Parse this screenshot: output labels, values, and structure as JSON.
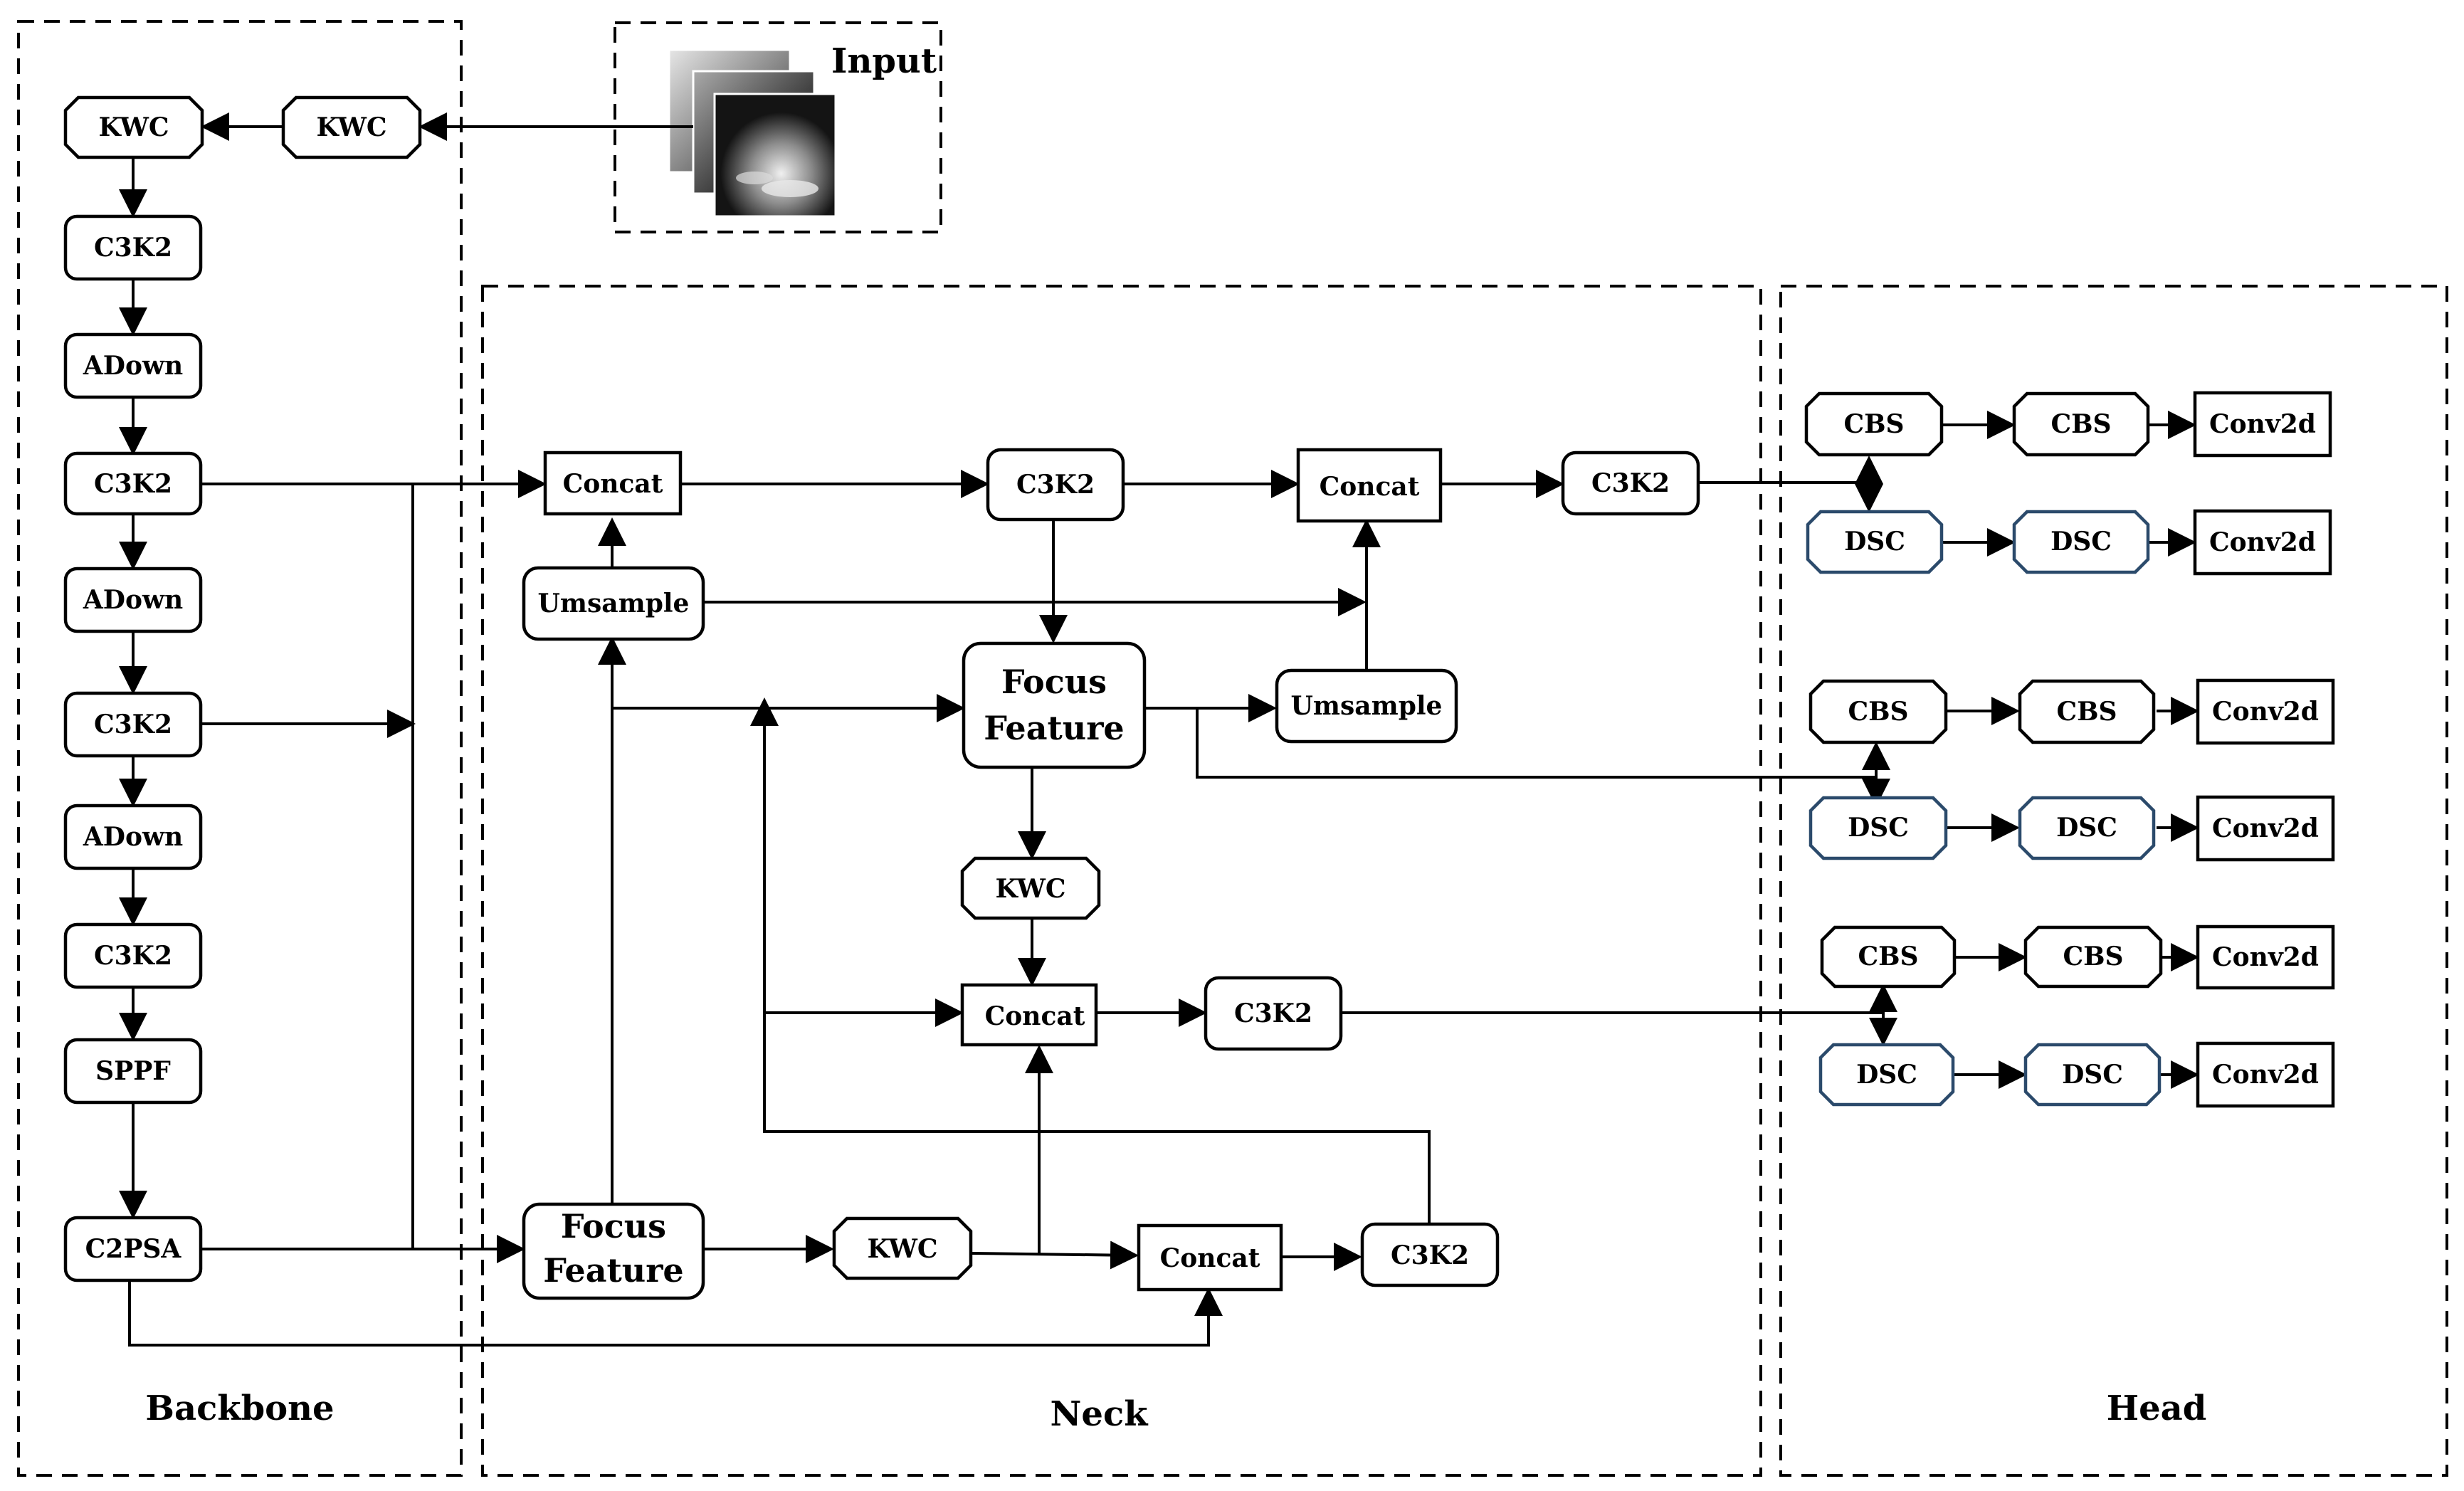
{
  "groups": {
    "input": "Input",
    "backbone": "Backbone",
    "neck": "Neck",
    "head": "Head"
  },
  "backbone": {
    "kwc_a": "KWC",
    "kwc_b": "KWC",
    "c3k2_1": "C3K2",
    "adown_1": "ADown",
    "c3k2_2": "C3K2",
    "adown_2": "ADown",
    "c3k2_3": "C3K2",
    "adown_3": "ADown",
    "c3k2_4": "C3K2",
    "sppf": "SPPF",
    "c2psa": "C2PSA"
  },
  "neck": {
    "concat_top_left": "Concat",
    "umsample_left": "Umsample",
    "c3k2_top": "C3K2",
    "concat_top_right": "Concat",
    "c3k2_top_right": "C3K2",
    "focus_feature_mid_line1": "Focus",
    "focus_feature_mid_line2": "Feature",
    "umsample_right": "Umsample",
    "kwc_mid": "KWC",
    "concat_mid": "Concat",
    "c3k2_mid": "C3K2",
    "focus_feature_bottom_line1": "Focus",
    "focus_feature_bottom_line2": "Feature",
    "kwc_bottom": "KWC",
    "concat_bottom": "Concat",
    "c3k2_bottom": "C3K2"
  },
  "head": {
    "rows": [
      {
        "cbs1": "CBS",
        "cbs2": "CBS",
        "conv_a": "Conv2d",
        "dsc1": "DSC",
        "dsc2": "DSC",
        "conv_b": "Conv2d"
      },
      {
        "cbs1": "CBS",
        "cbs2": "CBS",
        "conv_a": "Conv2d",
        "dsc1": "DSC",
        "dsc2": "DSC",
        "conv_b": "Conv2d"
      },
      {
        "cbs1": "CBS",
        "cbs2": "CBS",
        "conv_a": "Conv2d",
        "dsc1": "DSC",
        "dsc2": "DSC",
        "conv_b": "Conv2d"
      }
    ]
  },
  "colors": {
    "stroke": "#000000",
    "dsc_stroke": "#2b4a6b"
  }
}
